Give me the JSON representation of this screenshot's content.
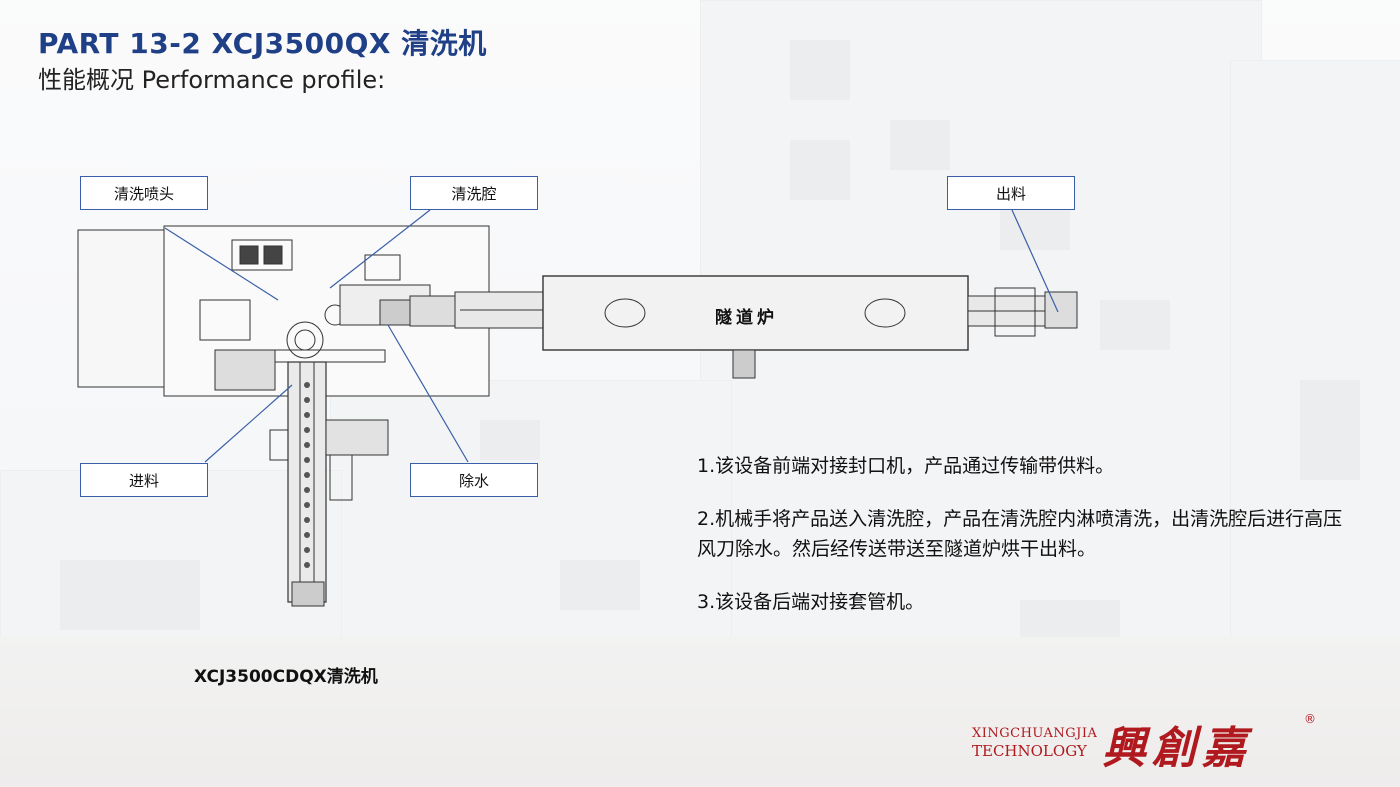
{
  "header": {
    "title": "PART 13-2  XCJ3500QX 清洗机",
    "subtitle": "性能概况 Performance profile:"
  },
  "callouts": {
    "nozzle": "清洗喷头",
    "chamber": "清洗腔",
    "output": "出料",
    "input": "进料",
    "dewater": "除水"
  },
  "diagram": {
    "tunnel_label": "隧道炉",
    "caption": "XCJ3500CDQX清洗机"
  },
  "notes": [
    "1.该设备前端对接封口机，产品通过传输带供料。",
    "2.机械手将产品送入清洗腔，产品在清洗腔内淋喷清洗，出清洗腔后进行高压风刀除水。然后经传送带送至隧道炉烘干出料。",
    "3.该设备后端对接套管机。"
  ],
  "logo": {
    "en_line1": "XINGCHUANGJIA",
    "en_line2": "TECHNOLOGY",
    "zh": "興創嘉",
    "reg": "®"
  }
}
